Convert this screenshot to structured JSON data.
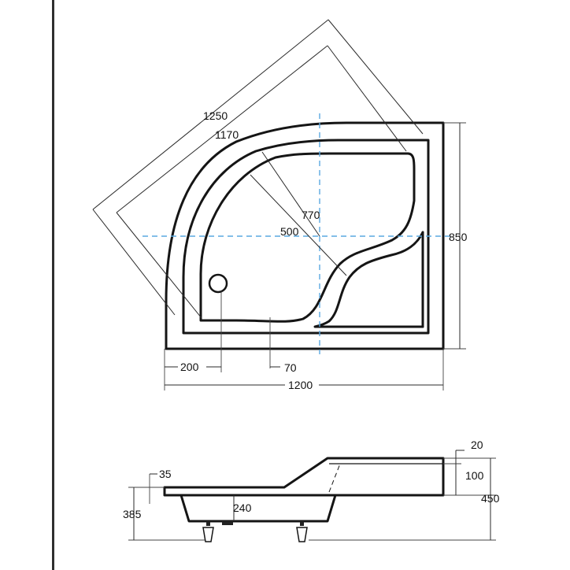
{
  "plan_view": {
    "dimensions": {
      "diag_outer": "1250",
      "diag_inner": "1170",
      "radius_outer": "770",
      "radius_inner": "500",
      "height": "850",
      "width": "1200",
      "offset_left": "200",
      "offset_drain": "70"
    }
  },
  "side_view": {
    "dimensions": {
      "rim_thickness": "35",
      "depth_left": "385",
      "depth_mid": "240",
      "seat_top": "20",
      "seat_step": "100",
      "total_height": "450"
    }
  },
  "colors": {
    "outline": "#151515",
    "centerline": "#5aa9e0",
    "left_border": "#2f2f2f"
  }
}
